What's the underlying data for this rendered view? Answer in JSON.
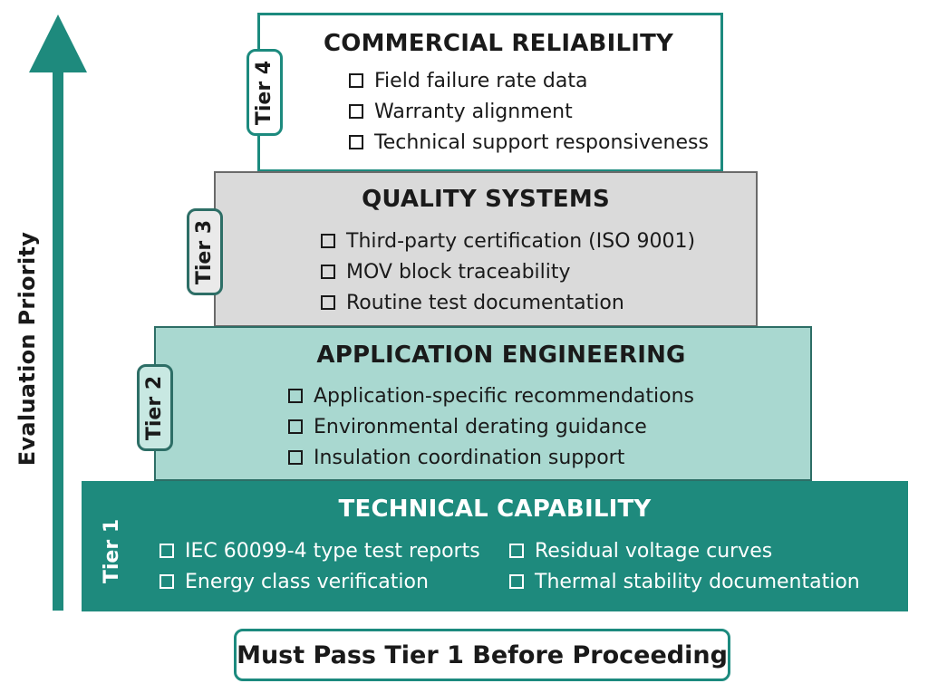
{
  "axis": {
    "label": "Evaluation Priority"
  },
  "colors": {
    "accent": "#1e8a7d",
    "tier2_fill": "#a9d8d0",
    "tier3_fill": "#dadada",
    "tier4_fill": "#ffffff"
  },
  "tiers": {
    "tier4": {
      "badge": "Tier 4",
      "title": "COMMERCIAL RELIABILITY",
      "items": [
        "Field failure rate data",
        "Warranty alignment",
        "Technical support responsiveness"
      ]
    },
    "tier3": {
      "badge": "Tier 3",
      "title": "QUALITY SYSTEMS",
      "items": [
        "Third-party certification (ISO 9001)",
        "MOV block traceability",
        "Routine test documentation"
      ]
    },
    "tier2": {
      "badge": "Tier 2",
      "title": "APPLICATION ENGINEERING",
      "items": [
        "Application-specific recommendations",
        "Environmental derating guidance",
        "Insulation coordination support"
      ]
    },
    "tier1": {
      "badge": "Tier 1",
      "title": "TECHNICAL CAPABILITY",
      "items_left": [
        "IEC 60099-4 type test reports",
        "Energy class verification"
      ],
      "items_right": [
        "Residual voltage curves",
        "Thermal stability documentation"
      ]
    }
  },
  "footer": {
    "text": "Must Pass Tier 1 Before Proceeding"
  }
}
